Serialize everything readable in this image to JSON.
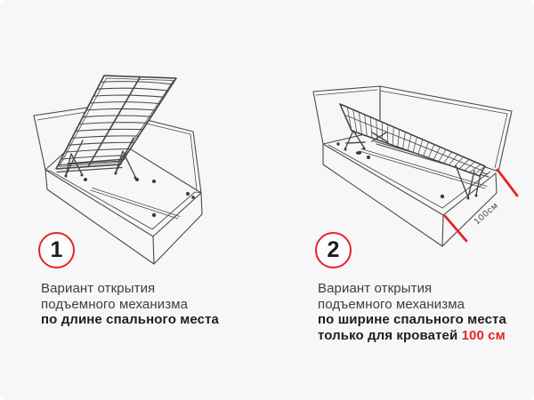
{
  "page": {
    "background": "#f7f7f7",
    "accent_red": "#e8232a",
    "line_color": "#4a4a4a"
  },
  "variants": [
    {
      "number": "1",
      "line1": "Вариант открытия",
      "line2": "подъемного механизма",
      "bold_line": "по длине спального места",
      "diagram": "bed-storage-lift-opens-along-length"
    },
    {
      "number": "2",
      "line1": "Вариант открытия",
      "line2": "подъемного механизма",
      "bold_line": "по ширине спального места",
      "bold_line2_prefix": "только для кроватей ",
      "bold_line2_value": "100 см",
      "dimension_label": "100см",
      "diagram": "bed-storage-lift-opens-along-width"
    }
  ]
}
